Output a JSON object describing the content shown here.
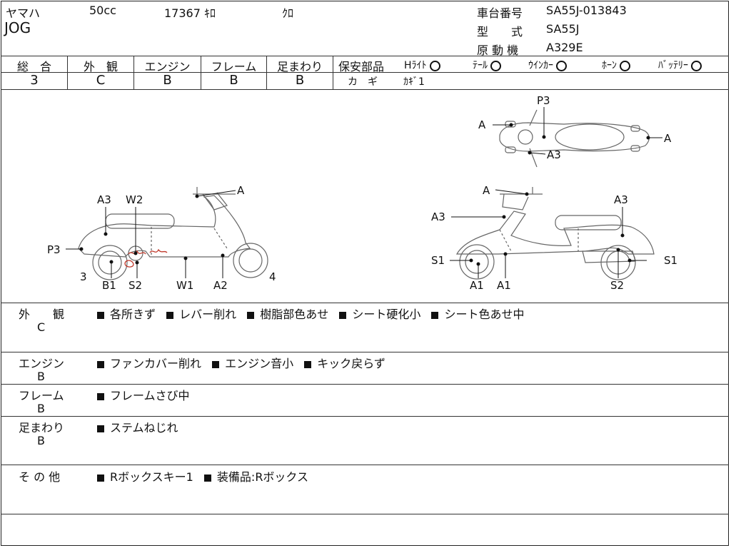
{
  "header": {
    "maker": "ヤマハ",
    "displacement": "50cc",
    "mileage": "17367 ｷﾛ",
    "color": "ｸﾛ",
    "model_name": "JOG",
    "frame_no_label": "車台番号",
    "frame_no": "SA55J-013843",
    "model_label": "型　　式",
    "model_code": "SA55J",
    "engine_label": "原 動 機",
    "engine_code": "A329E"
  },
  "grades": {
    "overall_label": "総　合",
    "overall": "3",
    "exterior_label": "外　観",
    "exterior": "C",
    "engine_label": "エンジン",
    "engine": "B",
    "frame_label": "フレーム",
    "frame": "B",
    "suspension_label": "足まわり",
    "suspension": "B"
  },
  "safety": {
    "label": "保安部品",
    "headlight": "Hﾗｲﾄ",
    "taillight": "ﾃｰﾙ",
    "winker": "ｳｲﾝｶｰ",
    "horn": "ﾎｰﾝ",
    "battery": "ﾊﾞｯﾃﾘｰ",
    "key_label": "カ　ギ",
    "key_value": "ｶｷﾞ1"
  },
  "diagram": {
    "left": {
      "A": "A",
      "A3": "A3",
      "W2": "W2",
      "P3": "P3",
      "B1": "B1",
      "S2": "S2",
      "W1": "W1",
      "A2": "A2",
      "num3": "3",
      "num4": "4"
    },
    "right": {
      "A": "A",
      "A3a": "A3",
      "A3b": "A3",
      "S1a": "S1",
      "S1b": "S1",
      "A1a": "A1",
      "A1b": "A1",
      "S2": "S2"
    },
    "top": {
      "P3": "P3",
      "A_left": "A",
      "A_right": "A",
      "A3": "A3"
    }
  },
  "sections": {
    "exterior": {
      "label": "外　　観",
      "grade": "C",
      "notes": [
        "各所きず",
        "レバー削れ",
        "樹脂部色あせ",
        "シート硬化小",
        "シート色あせ中"
      ]
    },
    "engine": {
      "label": "エンジン",
      "grade": "B",
      "notes": [
        "ファンカバー削れ",
        "エンジン音小",
        "キック戻らず"
      ]
    },
    "frame": {
      "label": "フレーム",
      "grade": "B",
      "notes": [
        "フレームさび中"
      ]
    },
    "suspension": {
      "label": "足まわり",
      "grade": "B",
      "notes": [
        "ステムねじれ"
      ]
    },
    "other": {
      "label": "そ の 他",
      "notes": [
        "Rボックスキー1",
        "装備品:Rボックス"
      ]
    }
  }
}
